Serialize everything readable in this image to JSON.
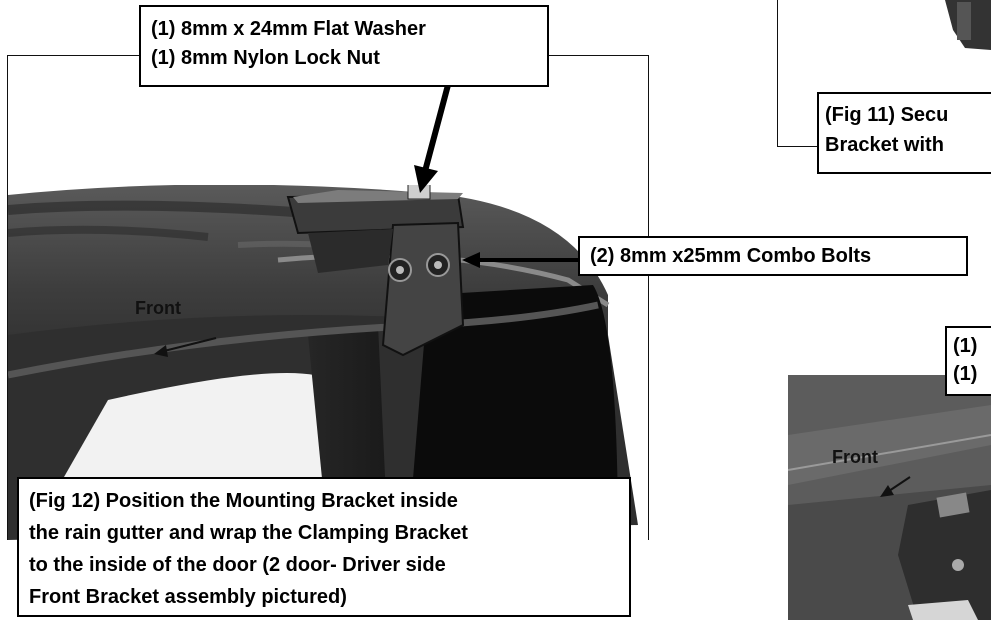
{
  "fig12": {
    "top_label": [
      "(1) 8mm x 24mm Flat Washer",
      "(1) 8mm Nylon Lock Nut"
    ],
    "side_label": "(2) 8mm x25mm Combo Bolts",
    "front_label": "Front",
    "caption": [
      "(Fig 12) Position the Mounting Bracket inside",
      "the rain gutter and wrap the Clamping Bracket",
      "to the inside of the door (2 door- Driver side",
      "Front Bracket assembly pictured)"
    ]
  },
  "fig11": {
    "caption_partial": [
      "(Fig 11) Secu",
      "Bracket with"
    ]
  },
  "fig13": {
    "label_partial": [
      "(1)",
      "(1)"
    ],
    "front_label": "Front"
  }
}
